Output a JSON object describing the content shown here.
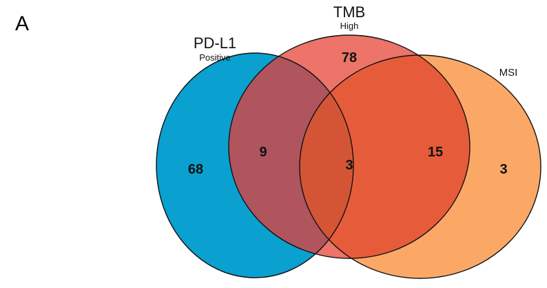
{
  "panel_label": "A",
  "sets": {
    "pdl1": {
      "title": "PD-L1",
      "subtitle": "Positive",
      "color": "#0aa0d0"
    },
    "tmb": {
      "title": "TMB",
      "subtitle": "High",
      "color": "#ec7468"
    },
    "msi": {
      "title": "MSI",
      "subtitle": "",
      "color": "#fba866"
    }
  },
  "overlap_colors": {
    "pdl1_tmb": "#b0545e",
    "tmb_msi": "#e65c3a",
    "all": "#d45535"
  },
  "counts": {
    "pdl1_only": "68",
    "tmb_only": "78",
    "msi_only": "3",
    "pdl1_tmb": "9",
    "tmb_msi": "15",
    "all_three": "3"
  }
}
